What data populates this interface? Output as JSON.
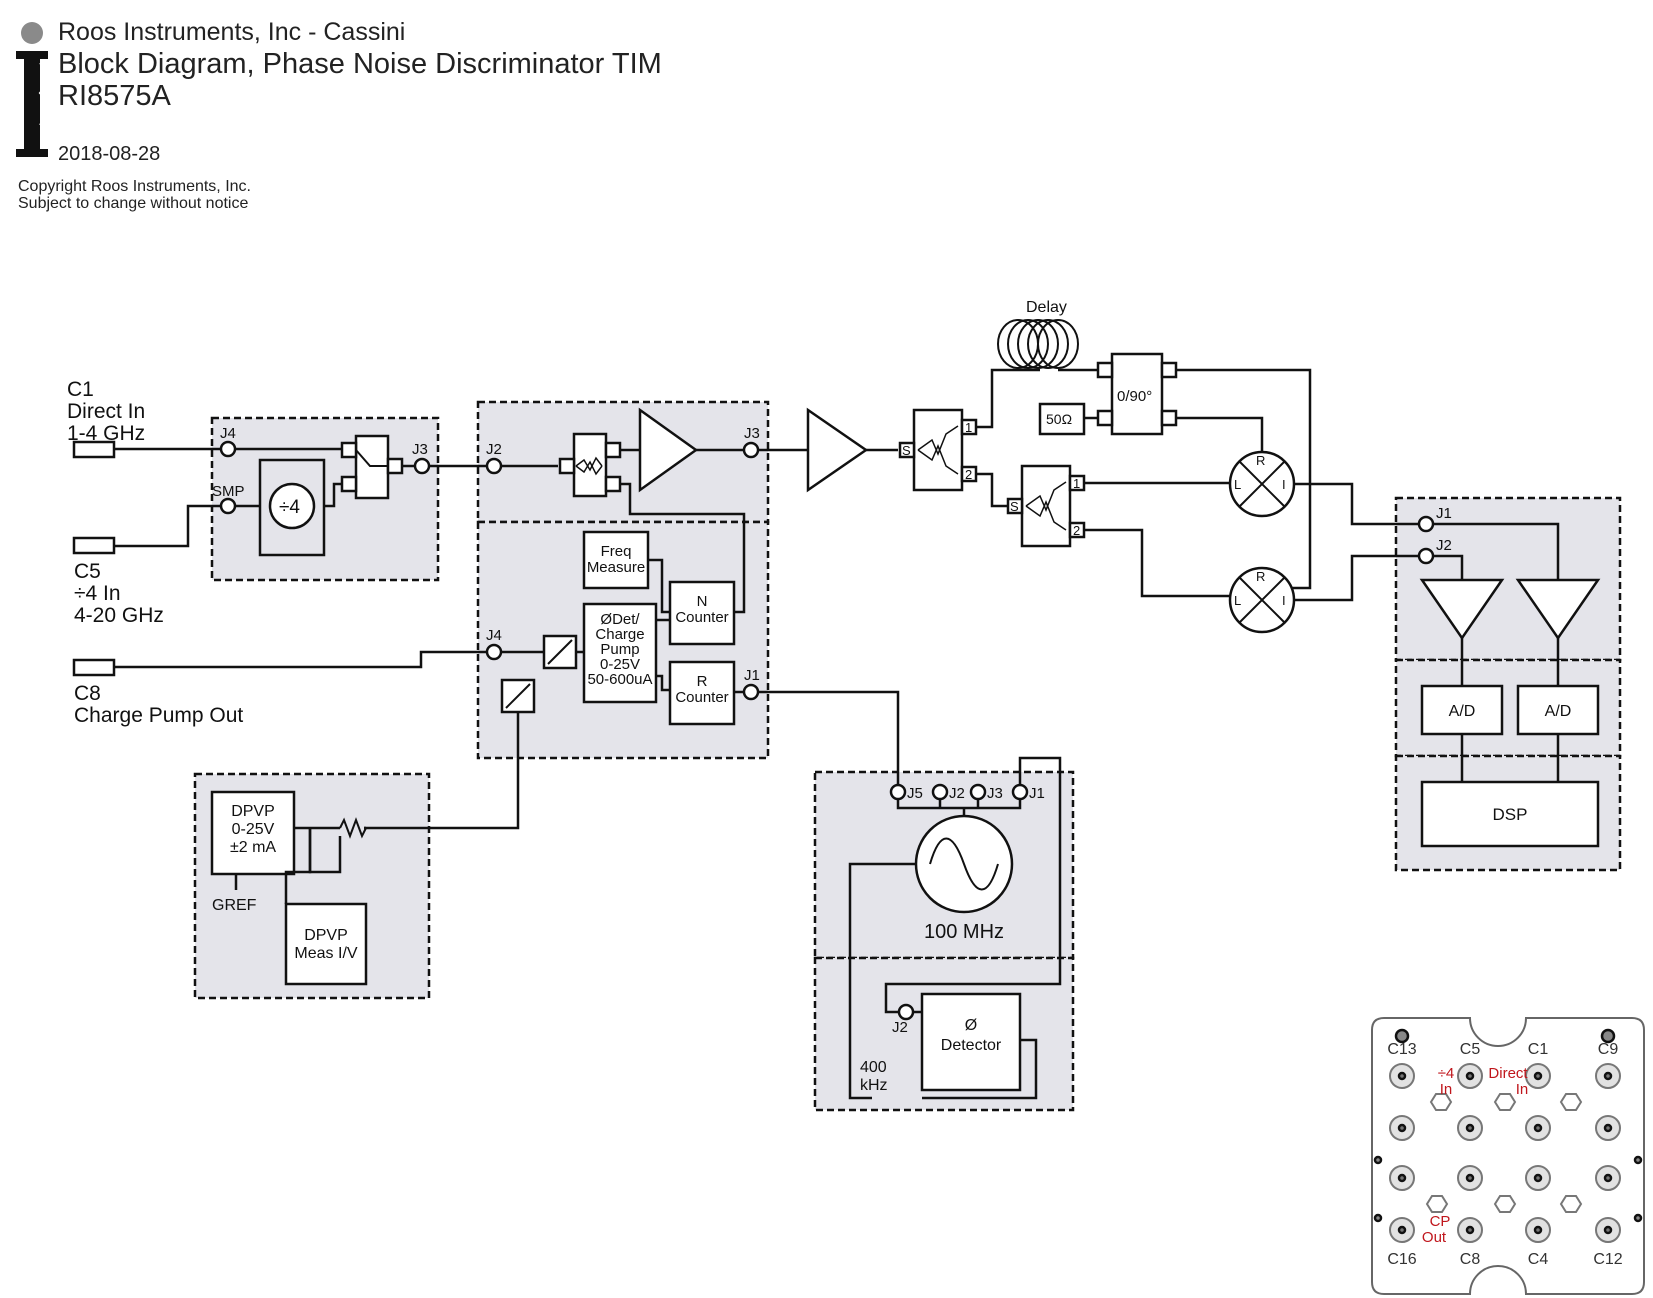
{
  "header": {
    "company": "Roos Instruments, Inc - Cassini",
    "title": "Block Diagram, Phase Noise Discriminator TIM",
    "model": "RI8575A",
    "date": "2018-08-28",
    "copyright_line1": "Copyright Roos Instruments, Inc.",
    "copyright_line2": "Subject to change without notice"
  },
  "inputs": {
    "c1": {
      "name": "C1",
      "line1": "Direct In",
      "line2": "1-4 GHz"
    },
    "c5": {
      "name": "C5",
      "line1": "÷4 In",
      "line2": "4-20 GHz"
    },
    "c8": {
      "name": "C8",
      "line1": "Charge Pump Out"
    }
  },
  "prescaler": {
    "j4": "J4",
    "smp": "SMP",
    "j3": "J3",
    "divider": "÷4"
  },
  "pll": {
    "j2": "J2",
    "j3": "J3",
    "j4": "J4",
    "j1": "J1",
    "freq_measure": [
      "Freq",
      "Measure"
    ],
    "n_counter": [
      "N",
      "Counter"
    ],
    "r_counter": [
      "R",
      "Counter"
    ],
    "phase_det": [
      "ØDet/",
      "Charge",
      "Pump",
      "0-25V",
      "50-600uA"
    ]
  },
  "dpvp": {
    "source": [
      "DPVP",
      "0-25V",
      "±2 mA"
    ],
    "gref": "GREF",
    "meas": [
      "DPVP",
      "Meas I/V"
    ]
  },
  "delay_section": {
    "delay": "Delay",
    "hybrid": "0/90°",
    "termination": "50Ω",
    "splitter_s": "S",
    "splitter_1": "1",
    "splitter_2": "2",
    "mixer_r": "R",
    "mixer_l": "L",
    "mixer_i": "I"
  },
  "reference": {
    "j5": "J5",
    "j2": "J2",
    "j3": "J3",
    "j1": "J1",
    "osc": "100 MHz",
    "det_j2": "J2",
    "detector": [
      "Ø",
      "Detector"
    ],
    "ref_freq": [
      "400",
      "kHz"
    ]
  },
  "digitizer": {
    "j1": "J1",
    "j2": "J2",
    "ad1": "A/D",
    "ad2": "A/D",
    "dsp": "DSP"
  },
  "connector_panel": {
    "top_labels": [
      "C13",
      "C5",
      "C1",
      "C9"
    ],
    "bottom_labels": [
      "C16",
      "C8",
      "C4",
      "C12"
    ],
    "red_divide": [
      "÷4",
      "In"
    ],
    "red_direct": [
      "Direct",
      "In"
    ],
    "red_cp": [
      "CP",
      "Out"
    ],
    "highlight_color": "#c0161c"
  },
  "colors": {
    "block_fill": "#e4e4ea",
    "line": "#111111"
  }
}
